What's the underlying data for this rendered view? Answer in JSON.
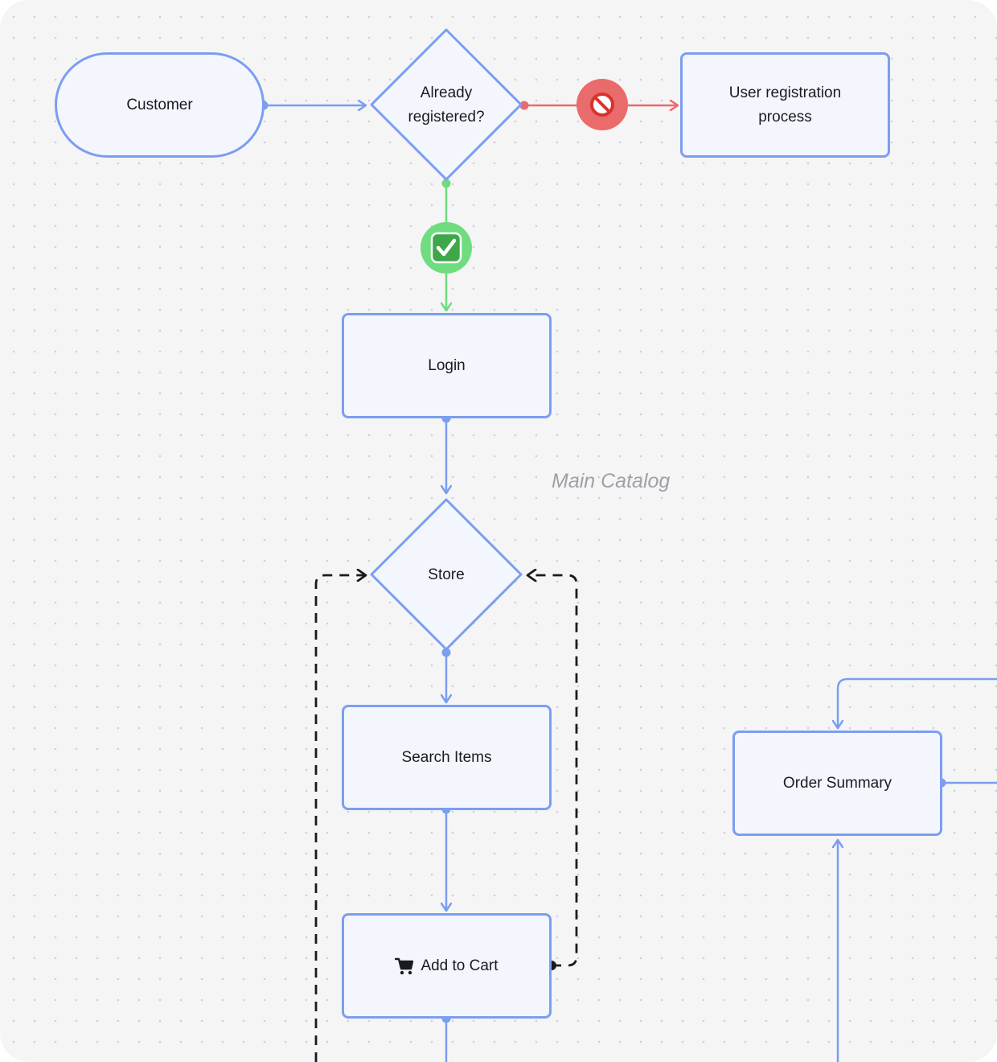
{
  "nodes": {
    "customer": "Customer",
    "already_registered_line1": "Already",
    "already_registered_line2": "registered?",
    "user_registration_line1": "User registration",
    "user_registration_line2": "process",
    "login": "Login",
    "store": "Store",
    "search_items": "Search Items",
    "add_to_cart": "Add to Cart",
    "order_summary": "Order Summary"
  },
  "labels": {
    "main_catalog": "Main Catalog"
  },
  "icons": {
    "yes_badge": "check-mark-icon",
    "no_badge": "prohibited-icon",
    "cart": "shopping-cart-icon"
  },
  "colors": {
    "node_border": "#7b9ef0",
    "node_fill": "#f3f6fd",
    "yes": "#6fdc7f",
    "no": "#ea6b6b",
    "loop": "#1b1b1f"
  }
}
